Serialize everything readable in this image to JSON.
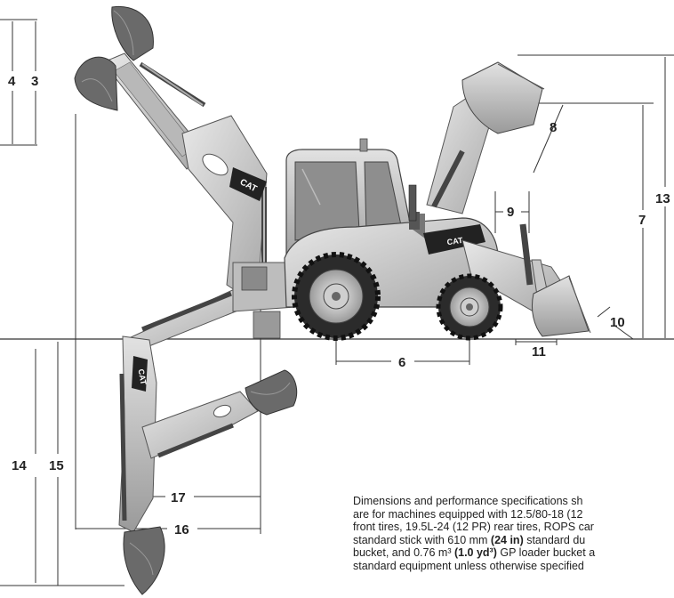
{
  "dimension_labels": [
    "4",
    "3",
    "8",
    "13",
    "9",
    "7",
    "10",
    "11",
    "6",
    "14",
    "15",
    "17",
    "16"
  ],
  "brand_marks": [
    "CAT",
    "CAT",
    "CAT"
  ],
  "note": {
    "line1": "Dimensions and performance specifications sh",
    "line2": "are for machines equipped with 12.5/80-18 (12",
    "line3": "front tires, 19.5L-24 (12 PR) rear tires, ROPS car",
    "line4a": "standard stick with 610 mm ",
    "line4b": "(24 in)",
    "line4c": " standard du",
    "line5a": "bucket, and 0.76 m³ ",
    "line5b": "(1.0 yd³)",
    "line5c": " GP loader bucket a",
    "line6": "standard equipment unless otherwise specified"
  },
  "colors": {
    "body_light": "#d6d6d6",
    "body_mid": "#a9a9a9",
    "body_dark": "#555555",
    "tire": "#2b2b2b",
    "glass": "#8e8e8e",
    "line": "#333333",
    "text": "#222222"
  }
}
